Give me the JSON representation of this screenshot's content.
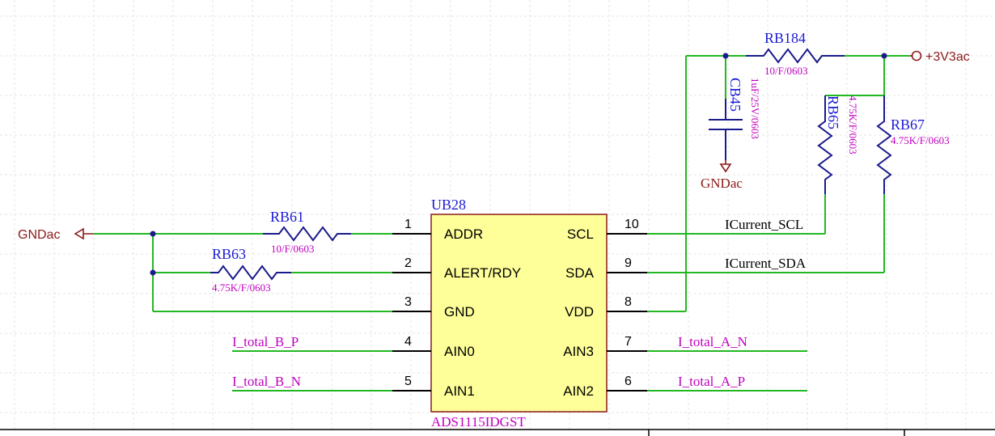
{
  "component": {
    "designator": "UB28",
    "part_number": "ADS1115IDGST",
    "body_color": "#ffff99",
    "left_pins": [
      {
        "num": "1",
        "name": "ADDR"
      },
      {
        "num": "2",
        "name": "ALERT/RDY"
      },
      {
        "num": "3",
        "name": "GND"
      },
      {
        "num": "4",
        "name": "AIN0"
      },
      {
        "num": "5",
        "name": "AIN1"
      }
    ],
    "right_pins": [
      {
        "num": "10",
        "name": "SCL"
      },
      {
        "num": "9",
        "name": "SDA"
      },
      {
        "num": "8",
        "name": "VDD"
      },
      {
        "num": "7",
        "name": "AIN3"
      },
      {
        "num": "6",
        "name": "AIN2"
      }
    ]
  },
  "resistors": {
    "rb61": {
      "designator": "RB61",
      "value": "10/F/0603"
    },
    "rb63": {
      "designator": "RB63",
      "value": "4.75K/F/0603"
    },
    "rb184": {
      "designator": "RB184",
      "value": "10/F/0603"
    },
    "rb65": {
      "designator": "RB65",
      "value": "4.75K/F/0603"
    },
    "rb67": {
      "designator": "RB67",
      "value": "4.75K/F/0603"
    }
  },
  "capacitor": {
    "designator": "CB45",
    "value": "1uF/25V/0603"
  },
  "power": {
    "gnd_left": "GNDac",
    "gnd_cap": "GNDac",
    "supply": "+3V3ac"
  },
  "nets": {
    "scl": "ICurrent_SCL",
    "sda": "ICurrent_SDA",
    "ain0": "I_total_B_P",
    "ain1": "I_total_B_N",
    "ain3": "I_total_A_N",
    "ain2": "I_total_A_P"
  },
  "colors": {
    "wire": "#22b822",
    "part_outline": "#1a1a8c",
    "designator": "#1a1ad6",
    "value": "#c000c0",
    "power": "#8b1a1a"
  }
}
